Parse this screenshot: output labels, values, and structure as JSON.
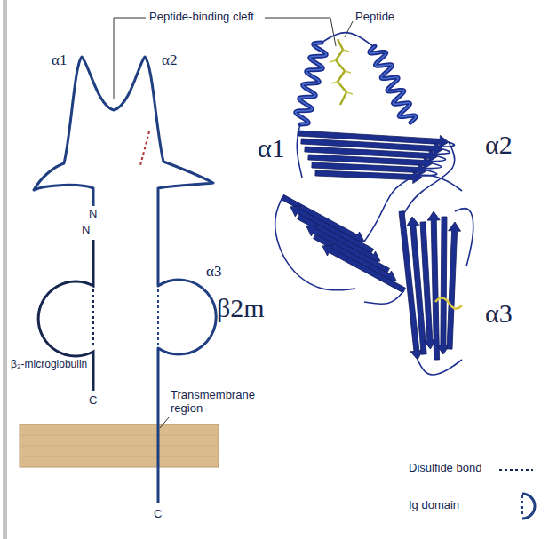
{
  "diagram": {
    "labels": [
      "Peptide-binding cleft",
      "Peptide",
      "α1",
      "α2",
      "N",
      "N",
      "α3",
      "β₂-microglobulin",
      "C",
      "Transmembrane region",
      "C",
      "α1",
      "α2",
      "β2m",
      "α3"
    ],
    "legend": [
      {
        "text": "Disulfide bond"
      },
      {
        "text": "Ig domain"
      }
    ]
  }
}
